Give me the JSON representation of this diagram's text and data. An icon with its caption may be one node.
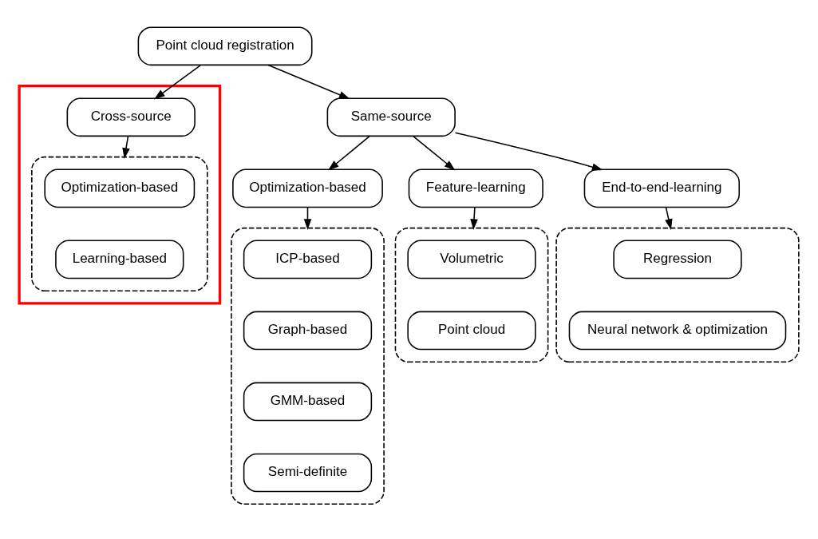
{
  "diagram": {
    "nodes": [
      {
        "text": [
          "Point cloud registration"
        ]
      },
      {
        "text": [
          "Same-source"
        ]
      },
      {
        "text": [
          "Optimization-based"
        ]
      },
      {
        "text": [
          "Feature-learning"
        ]
      },
      {
        "text": [
          "End-to-end-learning"
        ]
      },
      {
        "text": [],
        "shape": "box"
      },
      {
        "text": [
          "ICP-based"
        ],
        "in": 5
      },
      {
        "text": [
          "Graph-based"
        ],
        "in": 5
      },
      {
        "text": [
          "GMM-based"
        ],
        "in": 5
      },
      {
        "text": [
          "Semi-definite"
        ],
        "in": 5
      },
      {
        "text": [],
        "shape": "box"
      },
      {
        "text": [
          "Volumetric"
        ],
        "in": 10
      },
      {
        "text": [
          "Point cloud"
        ],
        "in": 10
      },
      {
        "text": [],
        "shape": "box"
      },
      {
        "text": [
          "Regression"
        ],
        "in": 13
      },
      {
        "text": [
          "Neural network & optimization"
        ],
        "in": 13
      },
      {
        "text": [],
        "shape": "box"
      },
      {
        "text": [
          "Cross-source"
        ],
        "in": 16
      },
      {
        "text": [],
        "shape": "box",
        "in": 16
      },
      {
        "text": [
          "Optimization-based"
        ],
        "in": 18
      },
      {
        "text": [
          "Learning-based"
        ],
        "in": 18
      }
    ],
    "edges": [
      {
        "from": 0,
        "to": 1,
        "arrow": "to"
      },
      {
        "from": 0,
        "to": 17,
        "arrow": "to"
      },
      {
        "from": 1,
        "to": 2,
        "arrow": "to"
      },
      {
        "from": 1,
        "to": 3,
        "arrow": "to"
      },
      {
        "from": 1,
        "to": 4,
        "arrow": "to"
      },
      {
        "from": 17,
        "to": 18,
        "arrow": "to"
      },
      {
        "from": 2,
        "to": 5,
        "arrow": "to"
      },
      {
        "from": 3,
        "to": 10,
        "arrow": "to"
      },
      {
        "from": 4,
        "to": 13,
        "arrow": "to"
      }
    ]
  }
}
